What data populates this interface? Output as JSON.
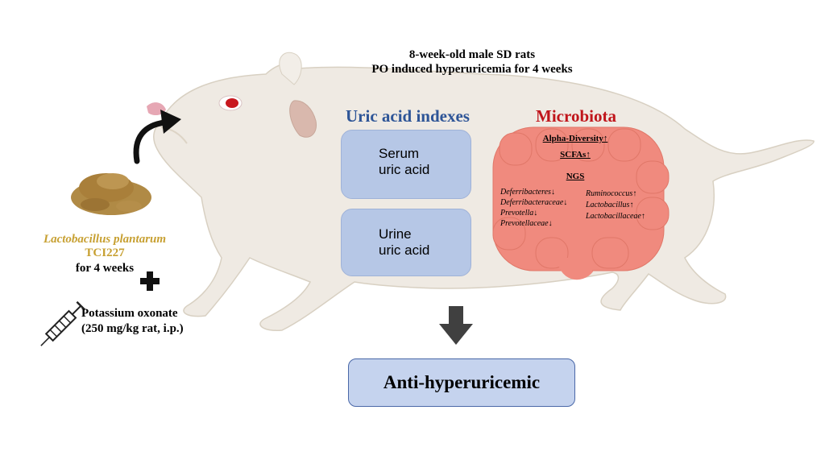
{
  "study": {
    "line1": "8-week-old male SD rats",
    "line2": "PO induced  hyperuricemia  for 4 weeks"
  },
  "uric_acid": {
    "title": "Uric acid indexes",
    "serum_line1": "Serum",
    "serum_line2": "uric acid",
    "urine_line1": "Urine",
    "urine_line2": "uric acid"
  },
  "microbiota": {
    "title": "Microbiota",
    "alpha": "Alpha-Diversity↑",
    "scfas": "SCFAs↑",
    "ngs": "NGS",
    "decreased": [
      "Deferribacteres↓",
      "Deferribacteraceae↓",
      "Prevotella↓",
      "Prevotellaceae↓"
    ],
    "increased": [
      "Ruminococcus↑",
      "Lactobacillus↑",
      "Lactobacillaceae↑"
    ]
  },
  "treatment": {
    "probiotic_name": "Lactobacillus plantarum",
    "probiotic_strain": "TCI227",
    "duration": "for 4 weeks",
    "inducer_line1": "Potassium oxonate",
    "inducer_line2": "(250 mg/kg rat, i.p.)"
  },
  "result": {
    "label": "Anti-hyperuricemic"
  },
  "colors": {
    "uric_title": "#2e5597",
    "micro_title": "#c0151b",
    "probiotic_text": "#c7a032",
    "panel_fill": "#b6c7e6",
    "gut": "#f08a7e",
    "serum_arrow": "#c0151b",
    "urine_arrow": "#ffe699",
    "result_box": "#c5d3ee"
  },
  "icons": [
    "rat-body",
    "curved-arrow",
    "powder-pile",
    "plus-icon",
    "syringe-icon",
    "blood-tube-icon",
    "urine-tube-icon",
    "down-arrow-icon",
    "up-arrow-icon",
    "intestine-graphic",
    "result-arrow"
  ]
}
